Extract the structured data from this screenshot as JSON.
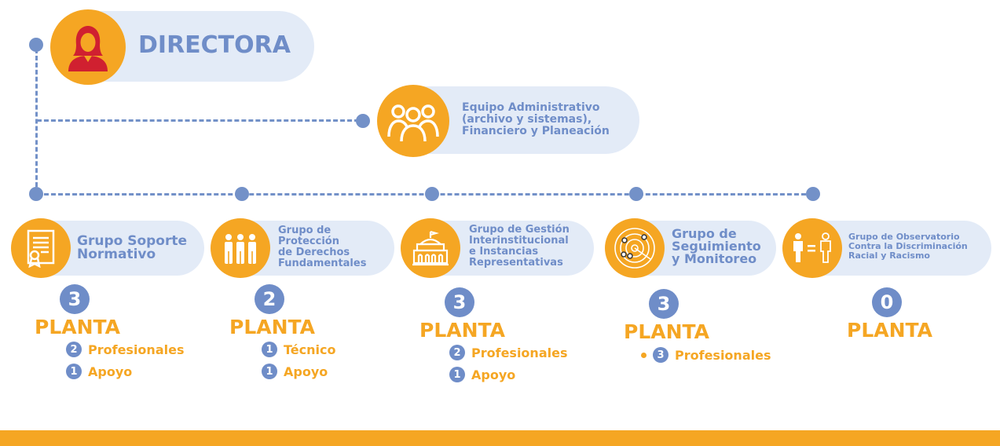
{
  "director": {
    "title": "DIRECTORA"
  },
  "admin_team": {
    "line1": "Equipo Administrativo",
    "line2": "(archivo y sistemas),",
    "line3": "Financiero y Planeación"
  },
  "groups": [
    {
      "title_lines": [
        "Grupo Soporte",
        "Normativo"
      ],
      "icon": "certificate-icon",
      "count": "3",
      "planta": "PLANTA",
      "breakdown": [
        {
          "n": "2",
          "label": "Profesionales"
        },
        {
          "n": "1",
          "label": "Apoyo"
        }
      ]
    },
    {
      "title_lines": [
        "Grupo de",
        "Protección",
        "de Derechos",
        "Fundamentales"
      ],
      "icon": "people-group-icon",
      "count": "2",
      "planta": "PLANTA",
      "breakdown": [
        {
          "n": "1",
          "label": "Técnico"
        },
        {
          "n": "1",
          "label": "Apoyo"
        }
      ]
    },
    {
      "title_lines": [
        "Grupo de Gestión",
        "Interinstitucional",
        "e Instancias",
        "Representativas"
      ],
      "icon": "institution-building-icon",
      "count": "3",
      "planta": "PLANTA",
      "breakdown": [
        {
          "n": "2",
          "label": "Profesionales"
        },
        {
          "n": "1",
          "label": "Apoyo"
        }
      ]
    },
    {
      "title_lines": [
        "Grupo de",
        "Seguimiento",
        "y Monitoreo"
      ],
      "icon": "radar-icon",
      "count": "3",
      "planta": "PLANTA",
      "breakdown": [
        {
          "n": "3",
          "label": "Profesionales"
        }
      ]
    },
    {
      "title_lines": [
        "Grupo de Observatorio",
        "Contra la Discriminación",
        "Racial y Racismo"
      ],
      "icon": "equality-icon",
      "count": "0",
      "planta": "PLANTA",
      "breakdown": []
    }
  ],
  "colors": {
    "blue": "#6f8dc8",
    "orange": "#f5a623",
    "pill": "#e3ebf7"
  }
}
